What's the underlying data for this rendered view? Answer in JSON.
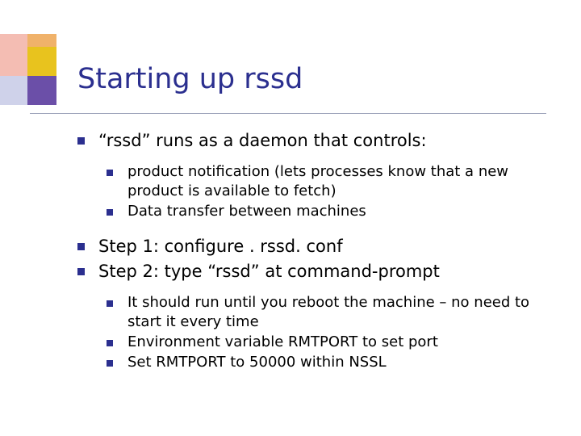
{
  "slide": {
    "title": "Starting up rssd",
    "accent_color": "#2b2f8f",
    "bullet_icon": "square-bullet",
    "body": [
      {
        "level": 1,
        "text": "“rssd” runs as a daemon that controls:"
      },
      {
        "level": 2,
        "text": "product notification (lets processes know that a new product is available to fetch)"
      },
      {
        "level": 2,
        "text": "Data transfer between machines"
      },
      {
        "level": 1,
        "text": "Step 1:  configure . rssd. conf"
      },
      {
        "level": 1,
        "text": "Step 2:  type “rssd” at command-prompt"
      },
      {
        "level": 2,
        "text": "It should run until you reboot the machine – no need to start it every time"
      },
      {
        "level": 2,
        "text": "Environment variable RMTPORT to set port"
      },
      {
        "level": 2,
        "text": "Set RMTPORT to 50000 within NSSL"
      }
    ]
  }
}
